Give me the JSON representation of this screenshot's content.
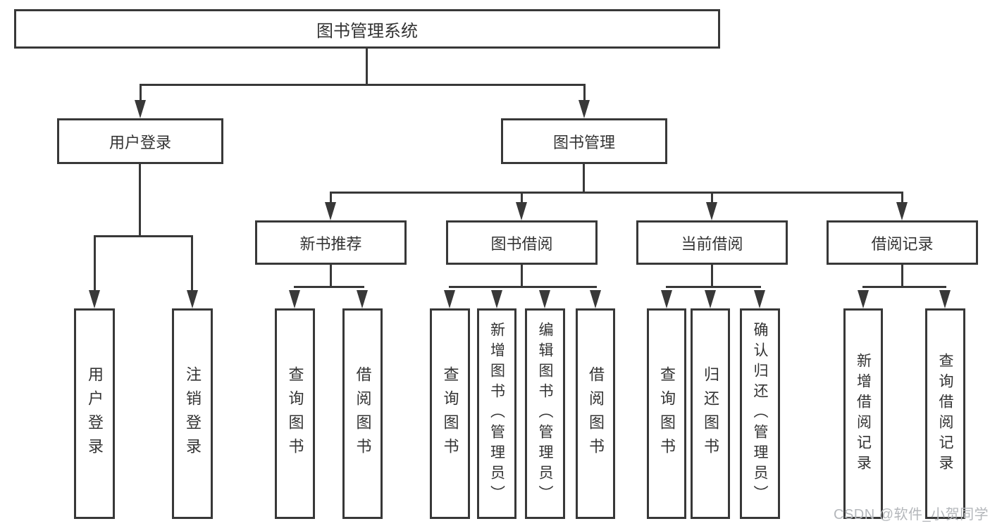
{
  "tree": {
    "root": {
      "label": "图书管理系统"
    },
    "branches": [
      {
        "label": "用户登录",
        "children": [
          {
            "label": "用户登录"
          },
          {
            "label": "注销登录"
          }
        ]
      },
      {
        "label": "图书管理",
        "children": [
          {
            "label": "新书推荐",
            "children": [
              {
                "label": "查询图书"
              },
              {
                "label": "借阅图书"
              }
            ]
          },
          {
            "label": "图书借阅",
            "children": [
              {
                "label": "查询图书"
              },
              {
                "label": "新增图书（管理员）"
              },
              {
                "label": "编辑图书（管理员）"
              },
              {
                "label": "借阅图书"
              }
            ]
          },
          {
            "label": "当前借阅",
            "children": [
              {
                "label": "查询图书"
              },
              {
                "label": "归还图书"
              },
              {
                "label": "确认归还（管理员）"
              }
            ]
          },
          {
            "label": "借阅记录",
            "children": [
              {
                "label": "新增借阅记录"
              },
              {
                "label": "查询借阅记录"
              }
            ]
          }
        ]
      }
    ]
  },
  "watermark": {
    "text": "CSDN @软件_小贺同学"
  },
  "colors": {
    "line": "#383838",
    "text": "#333333",
    "watermark": "#b4b7bb",
    "background": "#ffffff"
  }
}
